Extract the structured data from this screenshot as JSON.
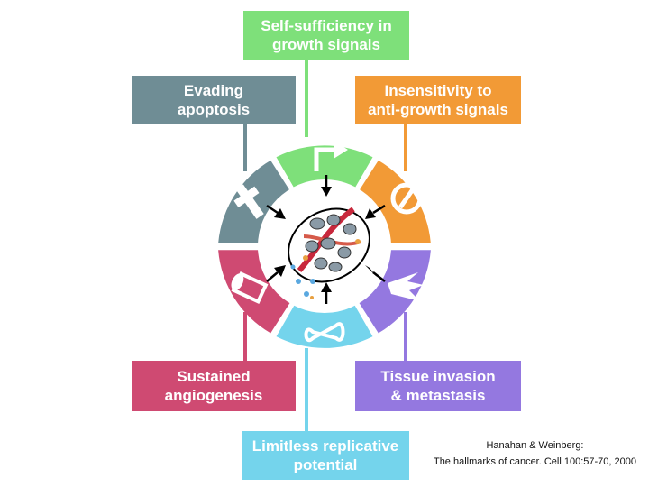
{
  "hallmarks": {
    "top": {
      "label": "Self-sufficiency in\ngrowth signals",
      "color": "#7ee07a"
    },
    "top_left": {
      "label": "Evading\napoptosis",
      "color": "#6f8d95"
    },
    "top_right": {
      "label": "Insensitivity to\nanti-growth signals",
      "color": "#f29a36"
    },
    "bottom_left": {
      "label": "Sustained\nangiogenesis",
      "color": "#cf4a72"
    },
    "bottom_right": {
      "label": "Tissue invasion\n& metastasis",
      "color": "#9478e0"
    },
    "bottom": {
      "label": "Limitless replicative\npotential",
      "color": "#74d4ec"
    }
  },
  "icons": {
    "top": "bent-arrow-icon",
    "top_left": "cross-icon",
    "top_right": "prohibited-icon",
    "bottom_left": "tube-icon",
    "bottom_right": "zigzag-icon",
    "bottom": "infinity-icon",
    "center": "tumor-cells-icon"
  },
  "citation": {
    "line1": "Hanahan & Weinberg:",
    "line2": "The hallmarks of cancer. Cell 100:57-70, 2000"
  }
}
